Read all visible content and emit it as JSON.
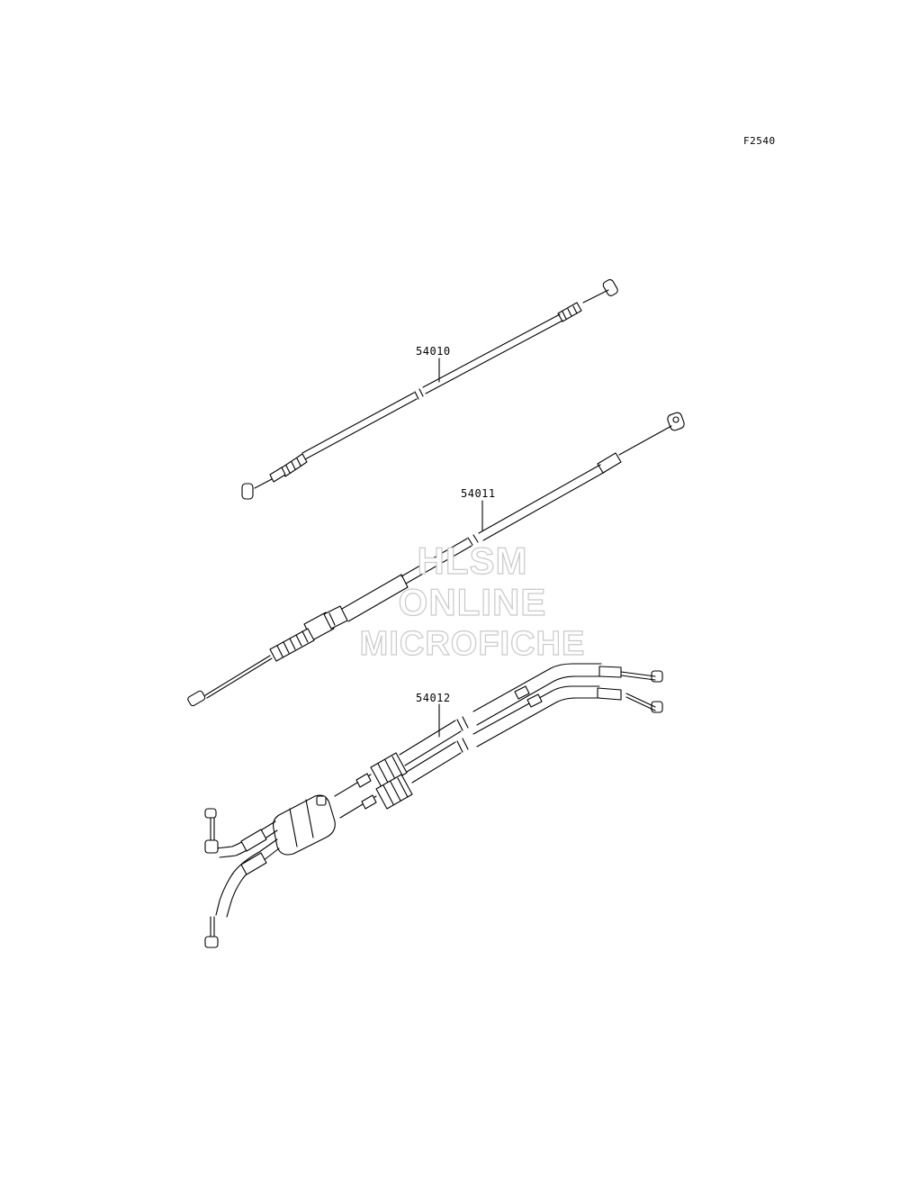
{
  "figure_id": "F2540",
  "parts": [
    {
      "number": "54010"
    },
    {
      "number": "54011"
    },
    {
      "number": "54012"
    }
  ],
  "watermark": {
    "line1": "HLSM",
    "line2": "ONLINE",
    "line3": "MICROFICHE"
  }
}
